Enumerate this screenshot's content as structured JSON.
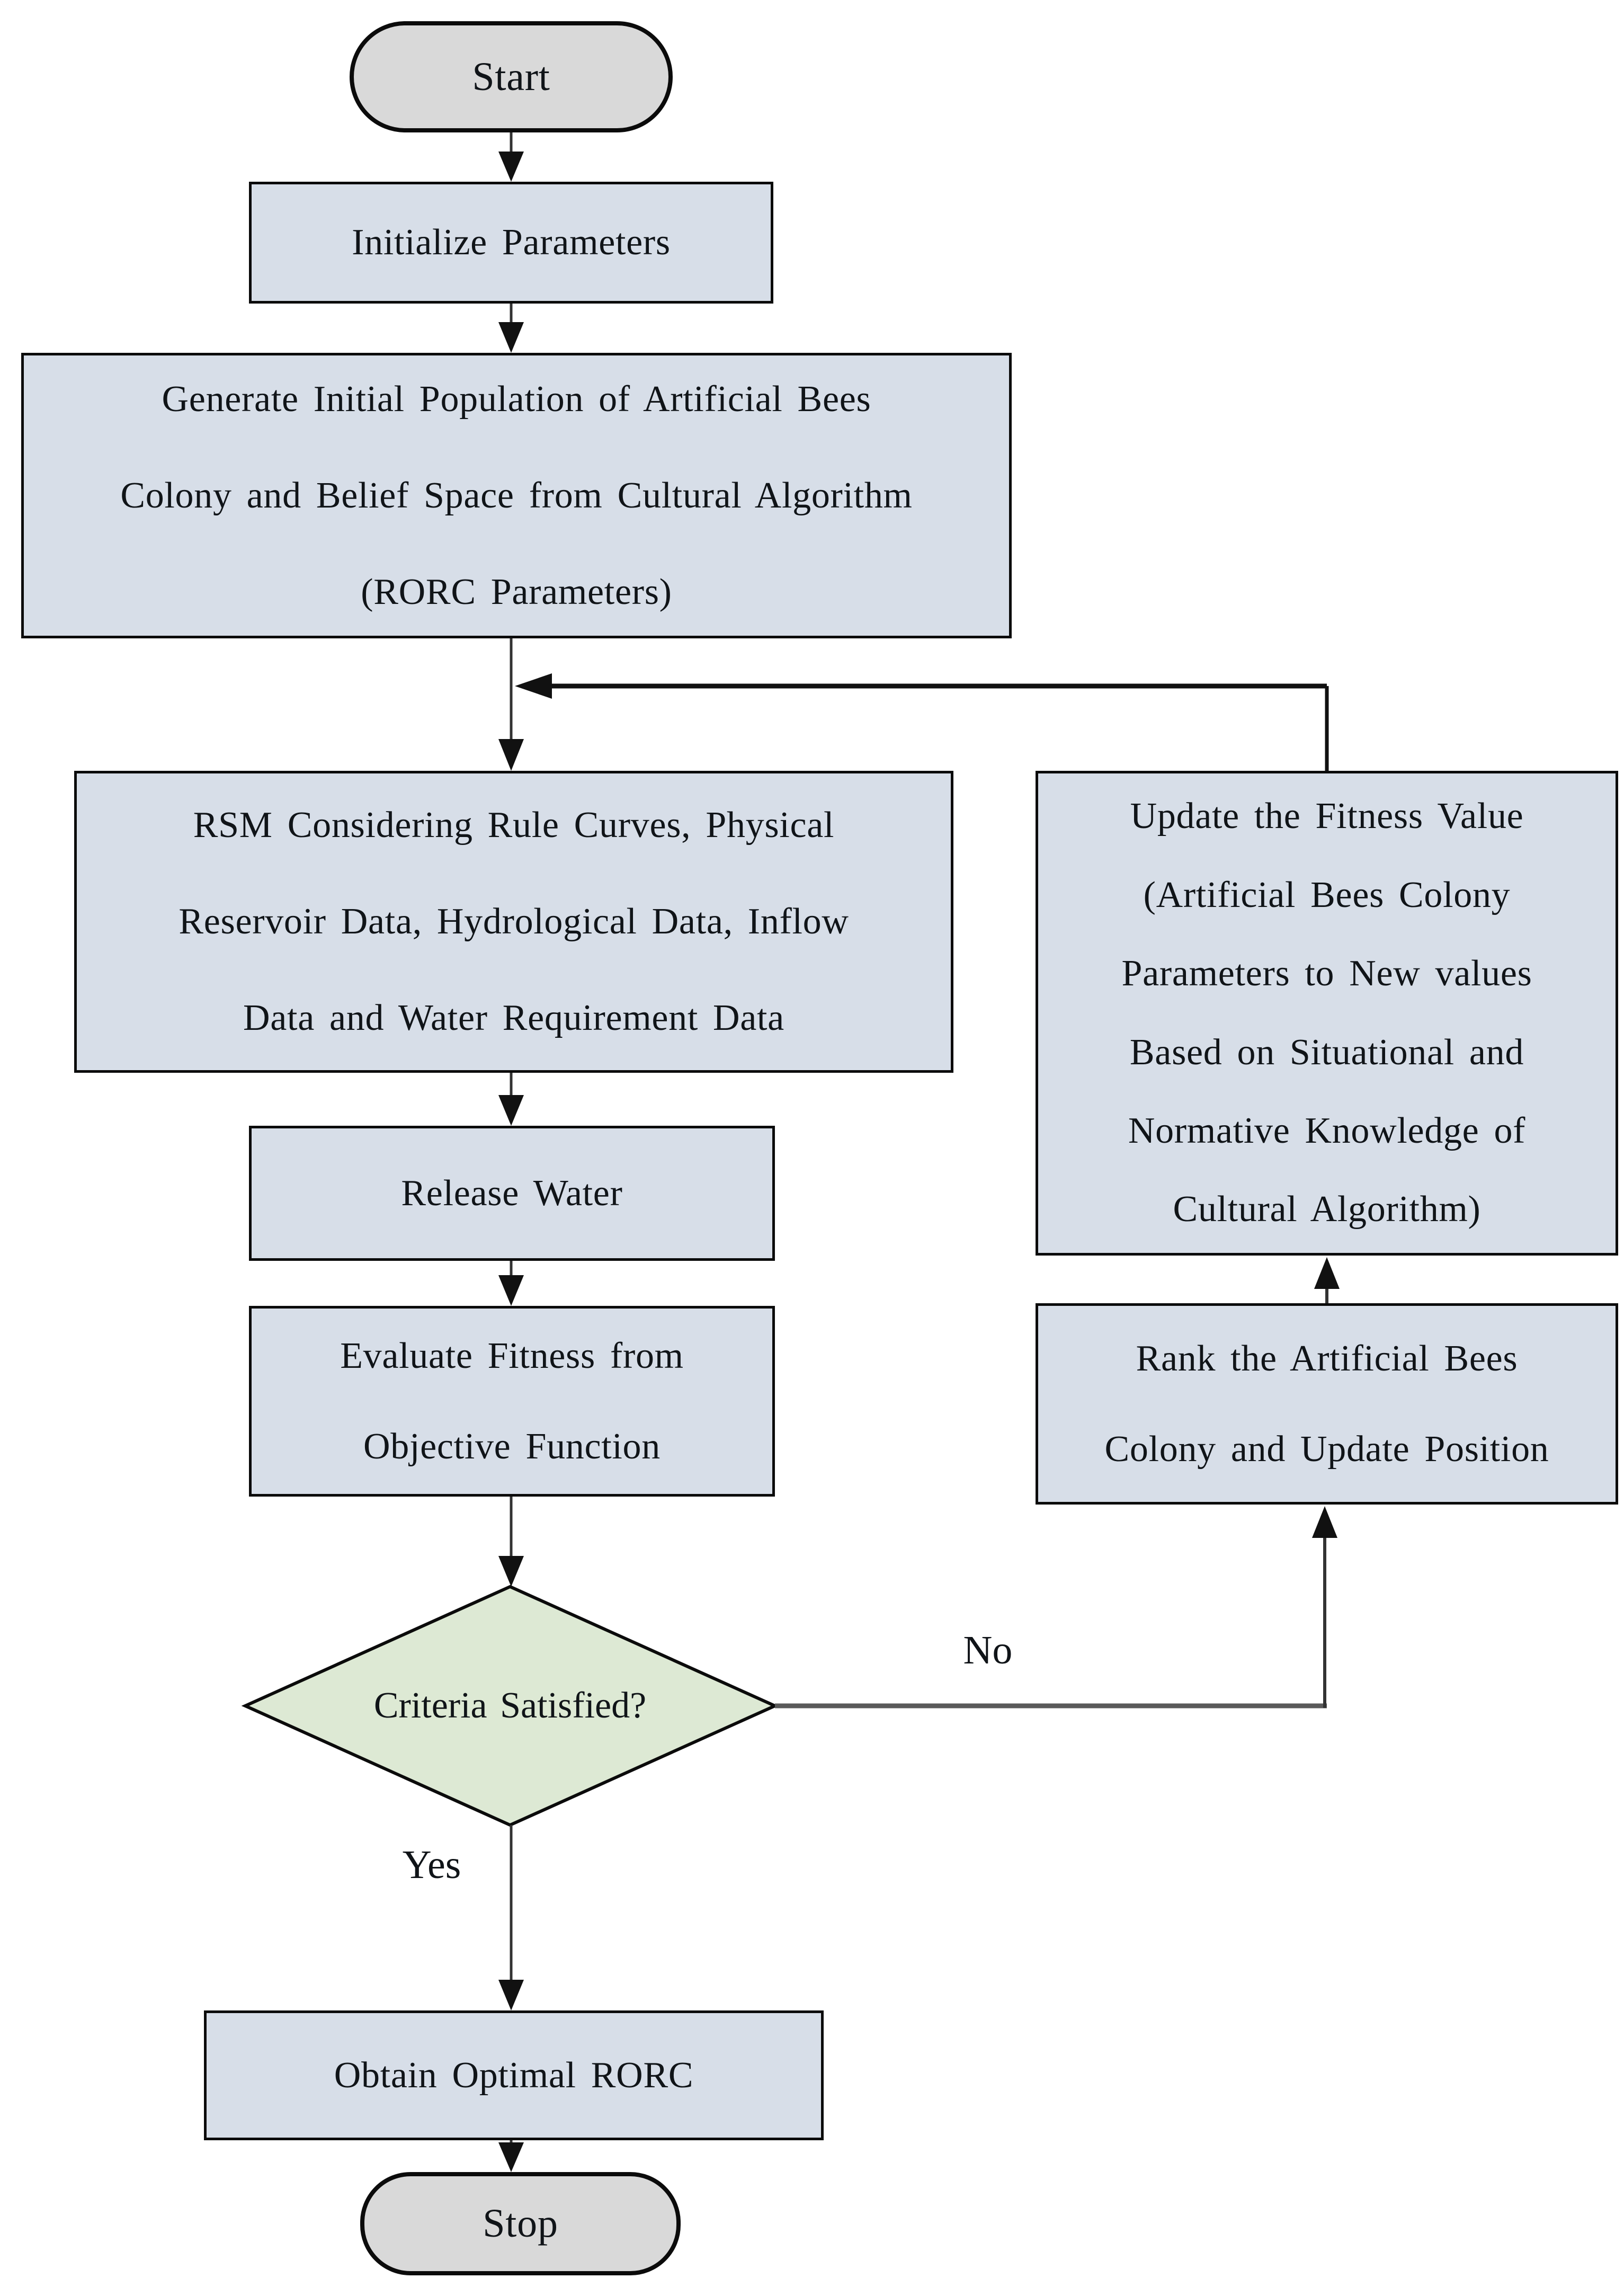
{
  "nodes": {
    "start": {
      "label": "Start"
    },
    "initialize": {
      "label": "Initialize Parameters"
    },
    "generate": {
      "label": "Generate Initial Population of Artificial Bees\nColony and Belief Space from Cultural Algorithm\n(RORC Parameters)"
    },
    "rsm": {
      "label": "RSM Considering Rule Curves, Physical\nReservoir Data, Hydrological Data, Inflow\nData and Water Requirement Data"
    },
    "release": {
      "label": "Release Water"
    },
    "evaluate": {
      "label": "Evaluate Fitness from\nObjective Function"
    },
    "decision": {
      "label": "Criteria Satisfied?"
    },
    "obtain": {
      "label": "Obtain Optimal RORC"
    },
    "stop": {
      "label": "Stop"
    },
    "update": {
      "label": "Update the Fitness Value\n(Artificial Bees Colony\nParameters to New values\nBased on Situational and\nNormative Knowledge of\nCultural Algorithm)"
    },
    "rank": {
      "label": "Rank the Artificial Bees\nColony and Update Position"
    }
  },
  "edge_labels": {
    "yes": "Yes",
    "no": "No"
  },
  "colors": {
    "process_fill": "#d7dee8",
    "terminal_fill": "#d9d9d9",
    "decision_fill": "#dde9d4",
    "border": "#0b0b0b",
    "connector": "#333333",
    "text": "#101418"
  }
}
